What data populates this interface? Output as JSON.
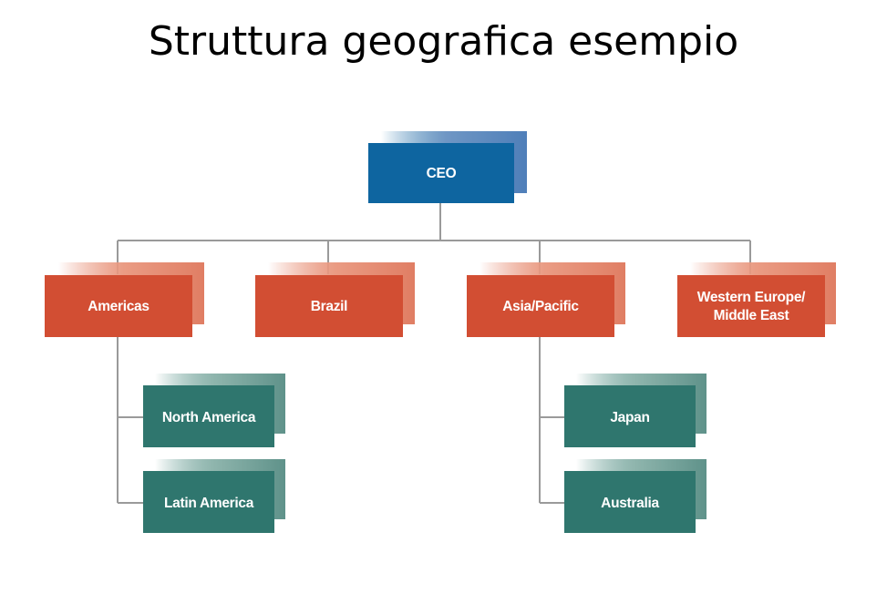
{
  "slide": {
    "title": "Struttura geografica esempio"
  },
  "colors": {
    "ceo": "#0e65a0",
    "region": "#d24e33",
    "country": "#2f766e",
    "connector": "#9a9a9a"
  },
  "org": {
    "ceo": "CEO",
    "regions": [
      {
        "label": "Americas"
      },
      {
        "label": "Brazil"
      },
      {
        "label": "Asia/Pacific"
      },
      {
        "label": "Western Europe/",
        "label2": "Middle East"
      }
    ],
    "countries": [
      {
        "label": "North America",
        "parent": "Americas"
      },
      {
        "label": "Latin America",
        "parent": "Americas"
      },
      {
        "label": "Japan",
        "parent": "Asia/Pacific"
      },
      {
        "label": "Australia",
        "parent": "Asia/Pacific"
      }
    ]
  }
}
